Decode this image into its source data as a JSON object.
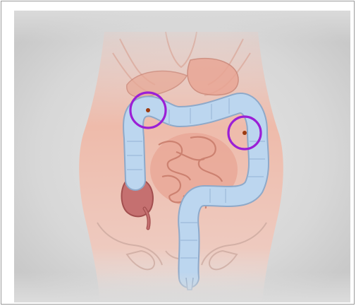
{
  "image": {
    "subject": "colon-anatomy-illustration",
    "highlight_color": "#9b1fd6",
    "colon_color": "#bcd6ef",
    "small_intestine_color": "#e9a898",
    "appendix_color": "#c57070",
    "background_color": "#d6d6d6",
    "markers": [
      {
        "name": "hepatic-flexure-marker"
      },
      {
        "name": "splenic-flexure-marker"
      }
    ]
  }
}
